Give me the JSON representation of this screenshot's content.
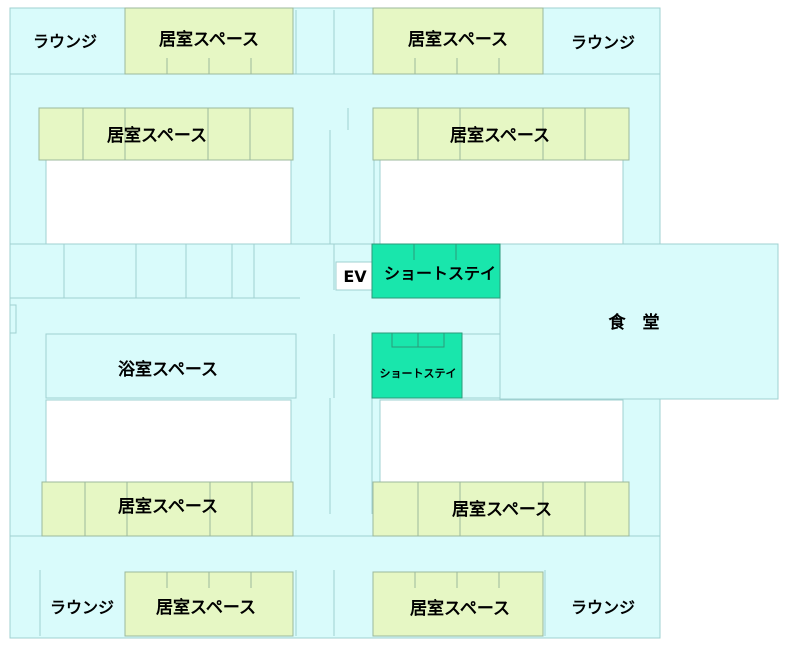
{
  "labels": {
    "lounge_tl": "ラウンジ",
    "lounge_tr": "ラウンジ",
    "lounge_bl": "ラウンジ",
    "lounge_br": "ラウンジ",
    "room_top_left": "居室スペース",
    "room_top_right": "居室スペース",
    "room_upper_left": "居室スペース",
    "room_upper_right": "居室スペース",
    "room_lower_left": "居室スペース",
    "room_lower_right": "居室スペース",
    "room_bottom_left": "居室スペース",
    "room_bottom_right": "居室スペース",
    "elevator": "EV",
    "short_stay_1": "ショートステイ",
    "short_stay_2": "ショートステイ",
    "dining": "食　堂",
    "bath": "浴室スペース"
  },
  "colors": {
    "corridor": "#d9fbfb",
    "room": "#e6f7c4",
    "short_stay": "#19e6ac",
    "outline": "#9fd0d0",
    "room_outline": "#9cb89c",
    "courtyard": "#ffffff"
  }
}
